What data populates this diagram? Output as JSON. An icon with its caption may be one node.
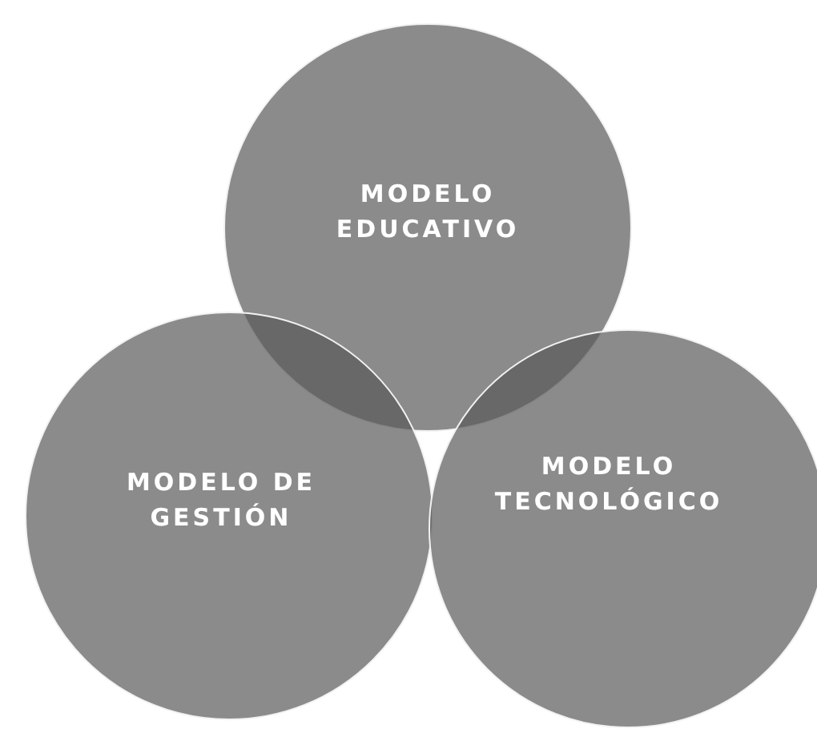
{
  "diagram": {
    "nodes": [
      {
        "text": [
          "MODELO EDUCATIVO"
        ]
      },
      {
        "text": [
          "MODELO DE GESTIÓN"
        ]
      },
      {
        "text": [
          "MODELO TECNOLÓGICO"
        ]
      }
    ]
  }
}
